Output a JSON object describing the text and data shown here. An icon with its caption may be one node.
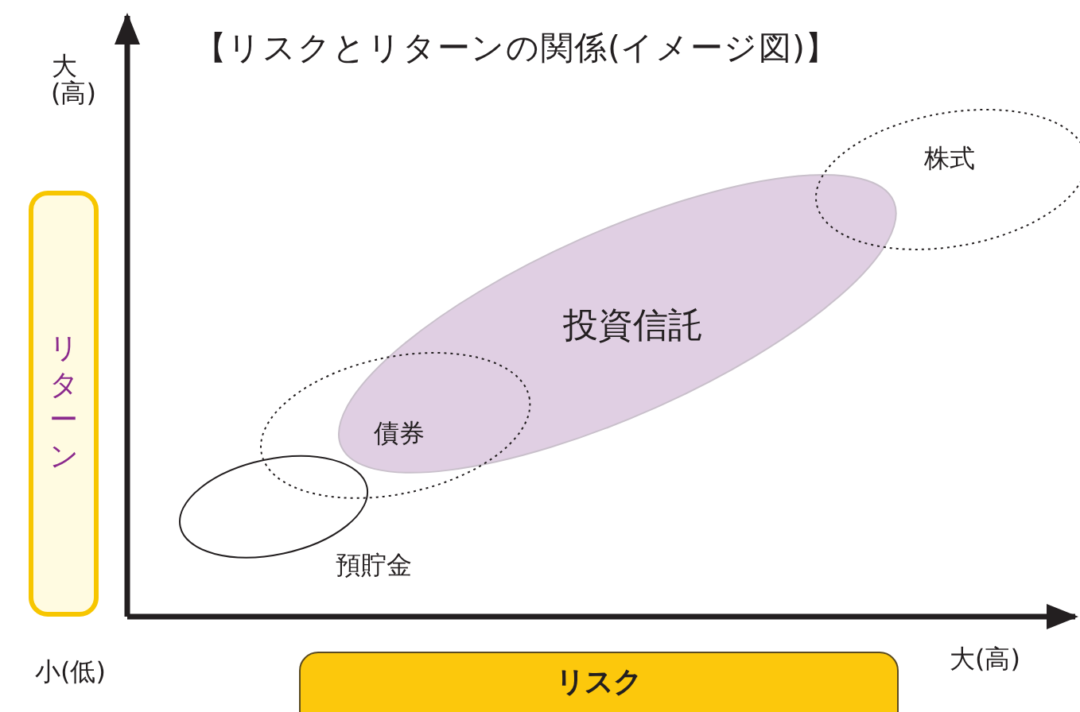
{
  "diagram": {
    "title": "【リスクとリターンの関係(イメージ図)】",
    "nodes": [
      {
        "text": [
          "リターン"
        ]
      },
      {
        "text": [
          "株式"
        ]
      },
      {
        "text": [
          "投資信託"
        ]
      },
      {
        "text": [
          "債券"
        ]
      },
      {
        "text": [
          "預貯金"
        ]
      },
      {
        "text": [
          "リスク"
        ]
      }
    ],
    "labels": [
      "大(高)",
      "小(低)",
      "大(高)"
    ]
  }
}
